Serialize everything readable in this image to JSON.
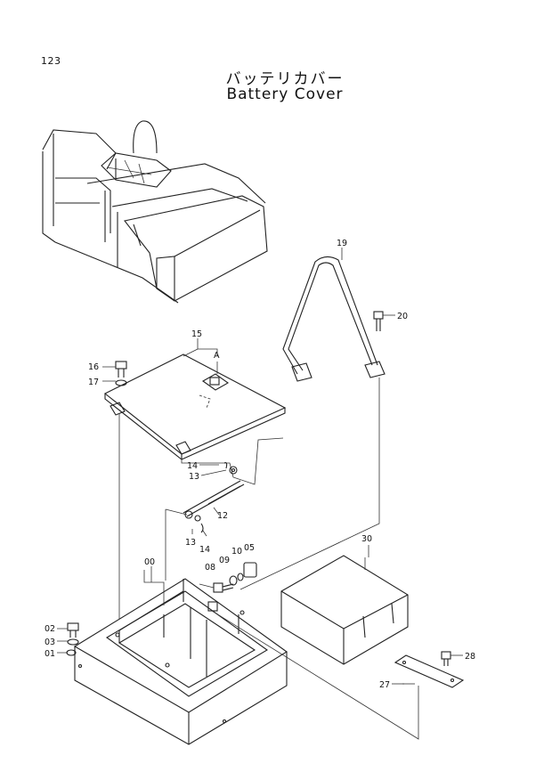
{
  "page_number": "123",
  "title_jp": "バッテリカバー",
  "title_en": "Battery Cover",
  "callouts": {
    "c00": "00",
    "c01": "01",
    "c02": "02",
    "c03": "03",
    "c05": "05",
    "c08": "08",
    "c09": "09",
    "c10": "10",
    "c12": "12",
    "c13a": "13",
    "c13b": "13",
    "c14a": "14",
    "c14b": "14",
    "c15": "15",
    "c16": "16",
    "c17": "17",
    "c19": "19",
    "c20": "20",
    "c27": "27",
    "c28": "28",
    "c30": "30",
    "detail_a": "A"
  }
}
